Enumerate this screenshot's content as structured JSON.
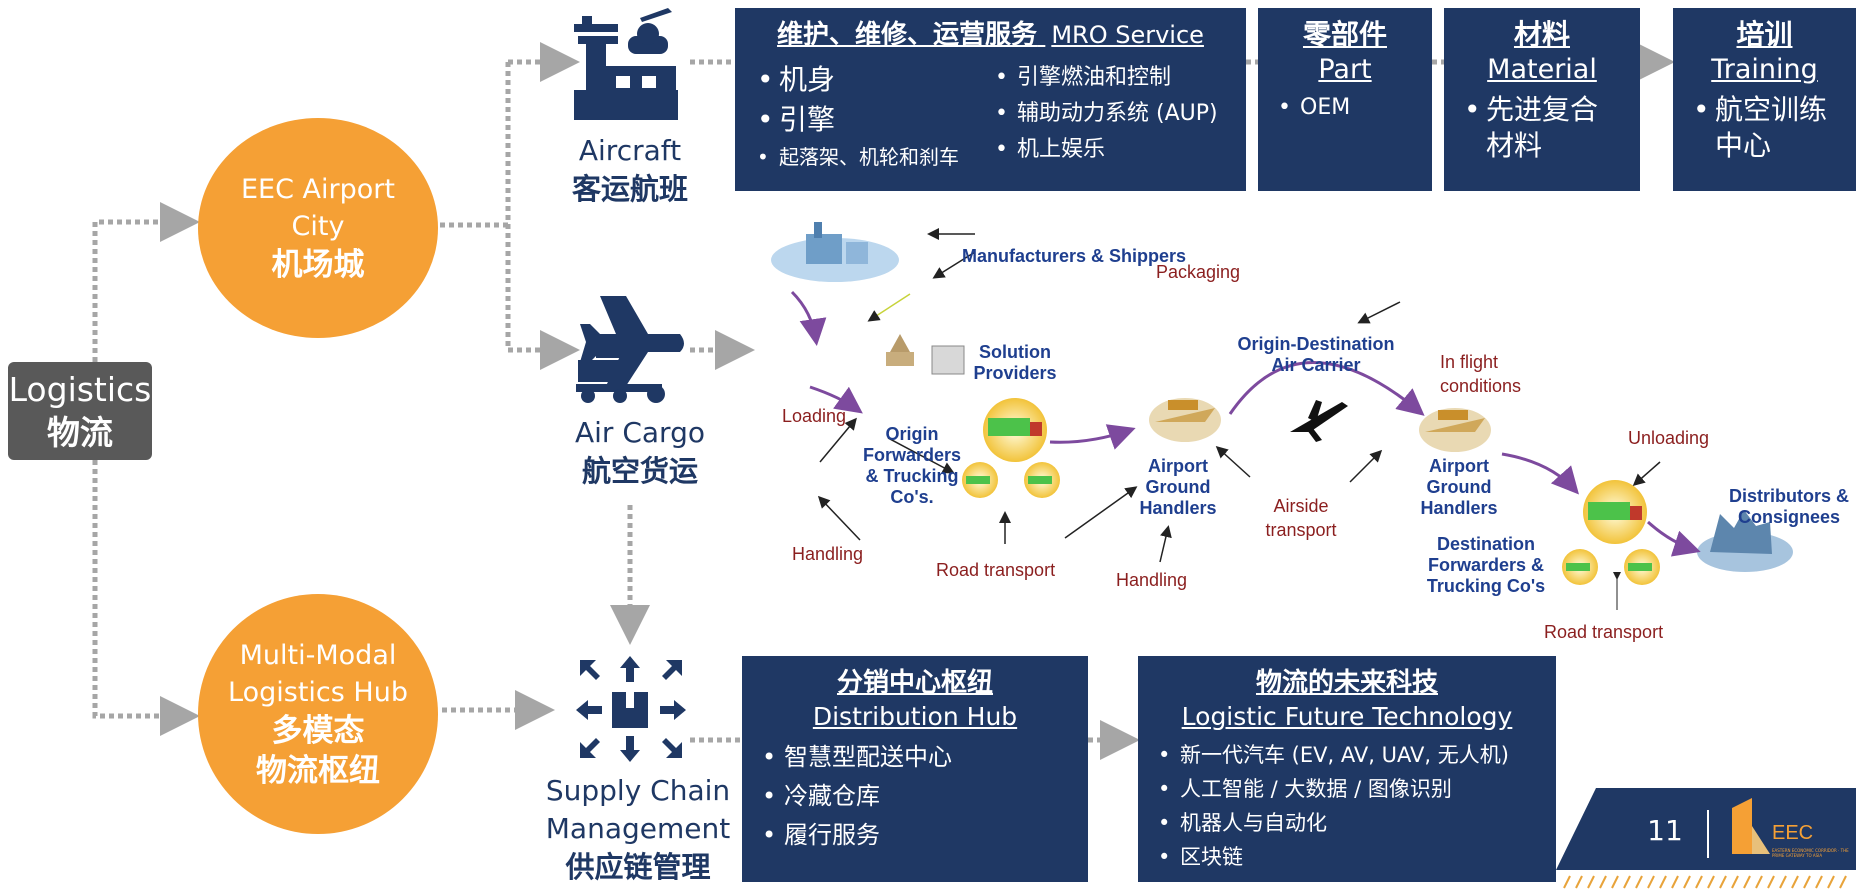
{
  "logistics": {
    "en": "Logistics",
    "zh": "物流"
  },
  "airport_city": {
    "en1": "EEC Airport",
    "en2": "City",
    "zh": "机场城"
  },
  "logistics_hub": {
    "en1": "Multi-Modal",
    "en2": "Logistics Hub",
    "zh1": "多模态",
    "zh2": "物流枢纽"
  },
  "aircraft": {
    "en": "Aircraft",
    "zh": "客运航班",
    "icon": "airport-tower-icon"
  },
  "air_cargo": {
    "en": "Air Cargo",
    "zh": "航空货运",
    "icon": "cargo-plane-icon"
  },
  "supply_chain": {
    "en1": "Supply Chain",
    "en2": "Management",
    "zh": "供应链管理",
    "icon": "distribution-box-icon"
  },
  "mro": {
    "title_zh": "维护、维修、运营服务",
    "title_en": "MRO Service",
    "items_left": [
      "机身",
      "引擎",
      "起落架、机轮和刹车"
    ],
    "items_right": [
      "引擎燃油和控制",
      "辅助动力系统 (AUP)",
      "机上娱乐"
    ]
  },
  "part": {
    "zh": "零部件",
    "en": "Part",
    "items": [
      "OEM"
    ]
  },
  "material": {
    "zh": "材料",
    "en": "Material",
    "items": [
      "先进复合材料"
    ]
  },
  "training": {
    "zh": "培训",
    "en": "Training",
    "items": [
      "航空训练中心"
    ]
  },
  "distribution_hub": {
    "zh": "分销中心枢纽",
    "en": "Distribution Hub",
    "items": [
      "智慧型配送中心",
      "冷藏仓库",
      "履行服务"
    ]
  },
  "future_tech": {
    "zh": "物流的未来科技",
    "en": "Logistic Future Technology",
    "items": [
      "新一代汽车 (EV, AV, UAV, 无人机)",
      "人工智能 / 大数据 / 图像识别",
      "机器人与自动化",
      "区块链"
    ]
  },
  "cargo_flow": {
    "manufacturers": "Manufacturers & Shippers",
    "packaging": "Packaging",
    "solution_providers": "Solution Providers",
    "loading": "Loading",
    "origin_forwarders": "Origin Forwarders & Trucking Co's.",
    "handling_1": "Handling",
    "road_transport_1": "Road transport",
    "airport_ground_1": "Airport Ground Handlers",
    "handling_2": "Handling",
    "od_carrier": "Origin-Destination Air Carrier",
    "in_flight": "In flight conditions",
    "airside": "Airside transport",
    "airport_ground_2": "Airport Ground Handlers",
    "dest_forwarders": "Destination Forwarders & Trucking Co's",
    "unloading": "Unloading",
    "distributors": "Distributors & Consignees",
    "road_transport_2": "Road transport"
  },
  "footer": {
    "page": "11",
    "logo_text": "EEC",
    "logo_sub": "EASTERN ECONOMIC CORRIDOR · THE PRIME GATEWAY TO ASIA"
  },
  "colors": {
    "navy": "#1f3864",
    "orange": "#f5a035",
    "gray": "#595959",
    "dots": "#a6a6a6"
  }
}
